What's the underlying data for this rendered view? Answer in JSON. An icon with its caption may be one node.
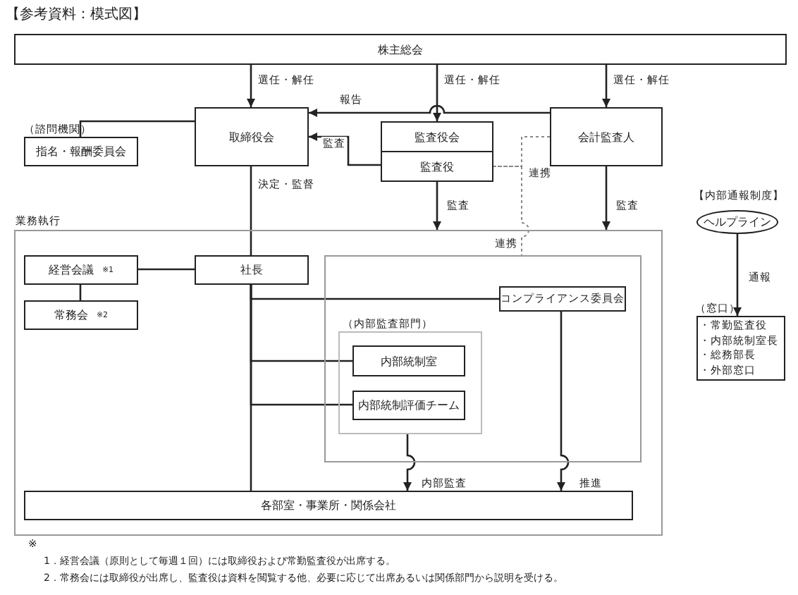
{
  "diagram": {
    "title": "【参考資料：模式図】",
    "nodes": [
      {
        "text": [
          "株主総会"
        ]
      },
      {
        "text": [
          "取締役会"
        ]
      },
      {
        "text": [
          "指名・報酬委員会"
        ],
        "beside": [
          "（諮問機関）"
        ]
      },
      {
        "text": [
          "監査役会"
        ]
      },
      {
        "text": [
          "監査役"
        ]
      },
      {
        "text": [
          "会計監査人"
        ]
      },
      {
        "text": [
          "業務執行"
        ]
      },
      {
        "text": [
          "経営会議",
          "※1"
        ],
        "in": 6
      },
      {
        "text": [
          "常務会",
          "※2"
        ],
        "in": 6
      },
      {
        "text": [
          "社長"
        ],
        "in": 6
      },
      {
        "text": [],
        "shape": "box",
        "in": 6
      },
      {
        "text": [
          "コンプライアンス委員会"
        ],
        "in": 10
      },
      {
        "text": [
          "（内部監査部門）"
        ],
        "in": 10
      },
      {
        "text": [
          "内部統制室"
        ],
        "in": 12
      },
      {
        "text": [
          "内部統制評価チーム"
        ],
        "in": 12
      },
      {
        "text": [
          "各部室・事業所・関係会社"
        ],
        "in": 6
      },
      {
        "text": [
          "ヘルプライン"
        ]
      },
      {
        "text": [
          "（窓口）",
          "・常勤監査役",
          "・内部統制室長",
          "・総務部長",
          "・外部窓口"
        ]
      }
    ],
    "edges": [
      {
        "from": 0,
        "to": 1,
        "arrow": "to",
        "label": "選任・解任"
      },
      {
        "from": 0,
        "to": 3,
        "arrow": "to",
        "label": "選任・解任"
      },
      {
        "from": 0,
        "to": 5,
        "arrow": "to",
        "label": "選任・解任"
      },
      {
        "from": 5,
        "to": 1,
        "arrow": "to",
        "label": "報告"
      },
      {
        "from": 4,
        "to": 1,
        "arrow": "to",
        "label": "監査"
      },
      {
        "from": 1,
        "to": 2,
        "arrow": "none"
      },
      {
        "from": 1,
        "to": 9,
        "arrow": "none",
        "label": "決定・監督"
      },
      {
        "from": 4,
        "to": 6,
        "arrow": "to",
        "label": "監査"
      },
      {
        "from": 5,
        "to": 6,
        "arrow": "to",
        "label": "監査"
      },
      {
        "from": 5,
        "to": 4,
        "arrow": "none",
        "label": "連携",
        "style": "dashed",
        "color": "#888888"
      },
      {
        "from": 4,
        "to": 10,
        "arrow": "none",
        "label": "連携",
        "style": "dashed",
        "color": "#888888"
      },
      {
        "from": 9,
        "to": 7,
        "arrow": "none"
      },
      {
        "from": 7,
        "to": 8,
        "arrow": "none"
      },
      {
        "from": 9,
        "to": 11,
        "arrow": "none"
      },
      {
        "from": 9,
        "to": 13,
        "arrow": "none"
      },
      {
        "from": 9,
        "to": 14,
        "arrow": "none"
      },
      {
        "from": 9,
        "to": 15,
        "arrow": "none"
      },
      {
        "from": 12,
        "to": 15,
        "arrow": "to",
        "label": "内部監査"
      },
      {
        "from": 11,
        "to": 15,
        "arrow": "to",
        "label": "推進"
      },
      {
        "from": 16,
        "to": 17,
        "arrow": "to",
        "label": "通報"
      }
    ],
    "labels": [
      "【内部通報制度】",
      "※",
      "1．経営会議（原則として毎週１回）には取締役および常勤監査役が出席する。",
      "2．常務会には取締役が出席し、監査役は資料を閲覧する他、必要に応じて出席あるいは関係部門から説明を受ける。"
    ]
  }
}
